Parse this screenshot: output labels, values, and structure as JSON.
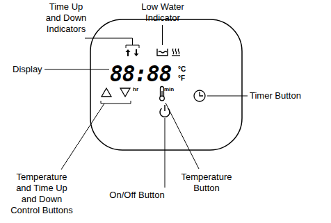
{
  "diagram": {
    "labels": [
      "Time Up and Down Indicators",
      "Low Water Indicator",
      "Display",
      "Timer Button",
      "Temperature and Time Up and Down Control Buttons",
      "On/Off Button",
      "Temperature Button",
      "88:88",
      "°C",
      "°F",
      "hr",
      "min"
    ]
  }
}
